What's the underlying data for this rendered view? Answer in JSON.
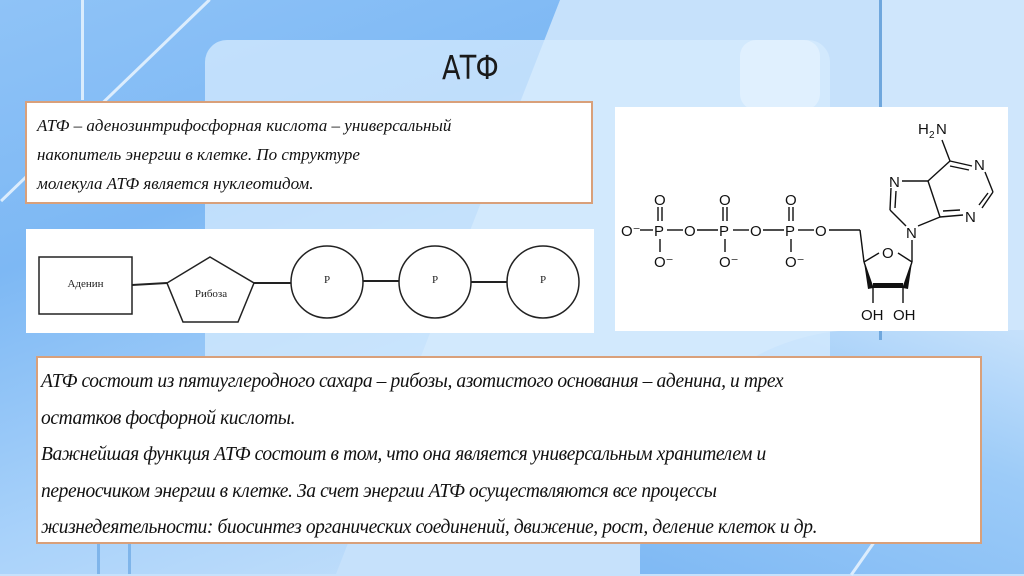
{
  "slide": {
    "title": "АТФ"
  },
  "intro_box": {
    "lines": [
      "АТФ – аденозинтрифосфорная кислота – универсальный",
      "накопитель энергии в клетке. По структуре",
      "молекула АТФ является нуклеотидом."
    ]
  },
  "schema_diagram": {
    "adenine_label": "Аденин",
    "ribose_label": "Рибоза",
    "phosphate_labels": [
      "P",
      "P",
      "P"
    ]
  },
  "structural_formula": {
    "amino_group": "H₂N",
    "h_label": "H",
    "sub2": "2",
    "n_label": "N",
    "ring_atoms": [
      "N",
      "N",
      "N",
      "N"
    ],
    "phosphorus": [
      "P",
      "P",
      "P"
    ],
    "oxygen": "O",
    "oxygen_anion": "O⁻",
    "hydroxyls": [
      "OH",
      "OH"
    ]
  },
  "description_box": {
    "lines": [
      "АТФ состоит из пятиуглеродного сахара – рибозы, азотистого основания – аденина, и трех",
      "остатков фосфорной кислоты.",
      "Важнейшая функция АТФ состоит в том, что она является универсальным хранителем и",
      "переносчиком энергии в клетке. За счет энергии АТФ осуществляются все процессы",
      "жизнедеятельности: биосинтез органических соединений, движение, рост, деление клеток и др."
    ]
  },
  "colors": {
    "background": "#c6e1fb",
    "accent_blue": "#7db8f4",
    "box_border": "#d9a07a",
    "text": "#111111"
  }
}
